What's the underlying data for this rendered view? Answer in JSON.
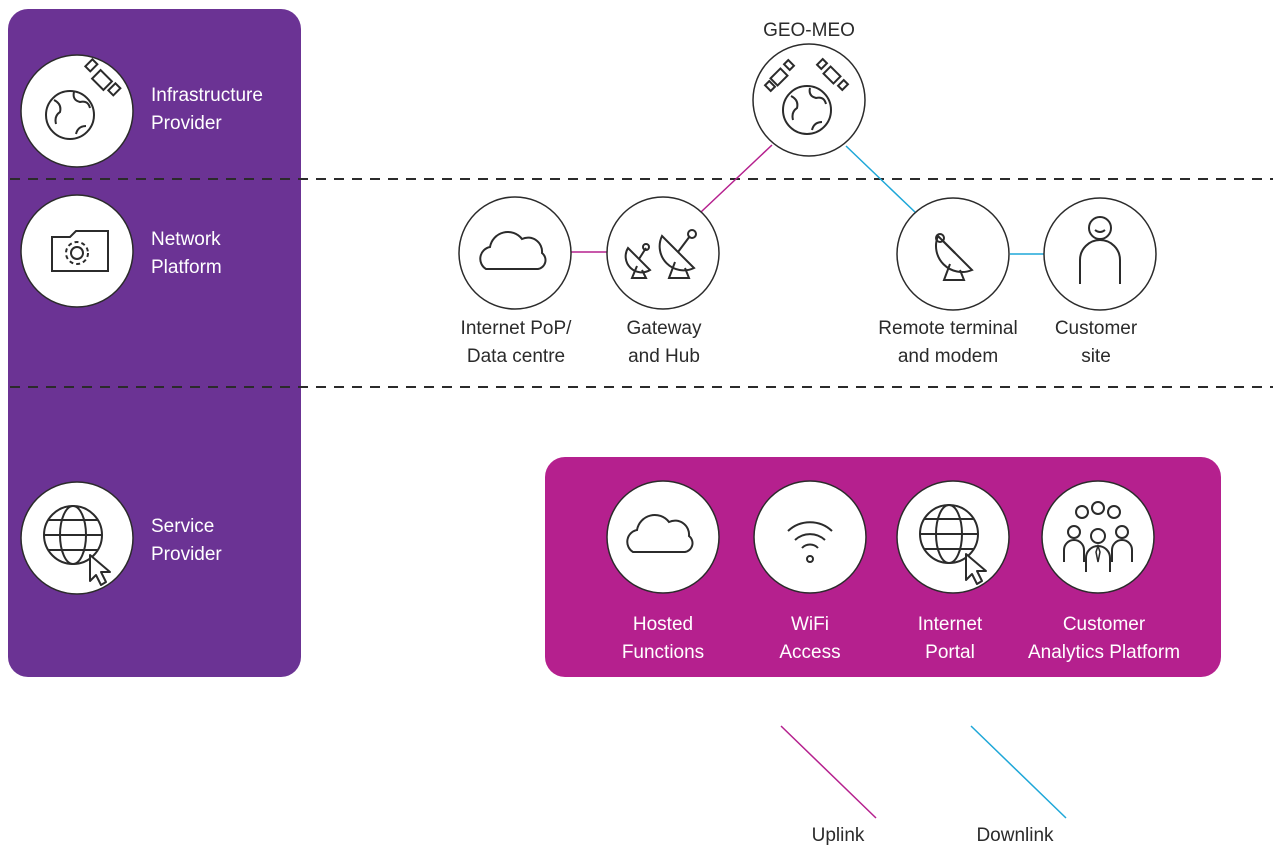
{
  "layers": {
    "infrastructure": {
      "line1": "Infrastructure",
      "line2": "Provider",
      "icon": "globe-satellite-icon"
    },
    "network": {
      "line1": "Network",
      "line2": "Platform",
      "icon": "folder-gear-icon"
    },
    "service": {
      "line1": "Service",
      "line2": "Provider",
      "icon": "globe-cursor-icon"
    }
  },
  "nodes": {
    "geo_meo": {
      "label": "GEO-MEO",
      "icon": "satellites-globe-icon"
    },
    "internet_pop": {
      "line1": "Internet PoP/",
      "line2": "Data centre",
      "icon": "cloud-icon"
    },
    "gateway": {
      "line1": "Gateway",
      "line2": "and Hub",
      "icon": "satellite-dishes-icon"
    },
    "remote_terminal": {
      "line1": "Remote terminal",
      "line2": "and modem",
      "icon": "satellite-dish-icon"
    },
    "customer_site": {
      "line1": "Customer",
      "line2": "site",
      "icon": "person-icon"
    }
  },
  "services": [
    {
      "line1": "Hosted",
      "line2": "Functions",
      "icon": "cloud-icon"
    },
    {
      "line1": "WiFi",
      "line2": "Access",
      "icon": "wifi-icon"
    },
    {
      "line1": "Internet",
      "line2": "Portal",
      "icon": "globe-cursor-icon"
    },
    {
      "line1": "Customer",
      "line2": "Analytics Platform",
      "icon": "people-group-icon"
    }
  ],
  "legend": {
    "uplink": {
      "label": "Uplink",
      "color": "#b5208e"
    },
    "downlink": {
      "label": "Downlink",
      "color": "#1ea7d8"
    }
  },
  "colors": {
    "sidebar": "#6b3394",
    "service_panel": "#b5208e"
  }
}
